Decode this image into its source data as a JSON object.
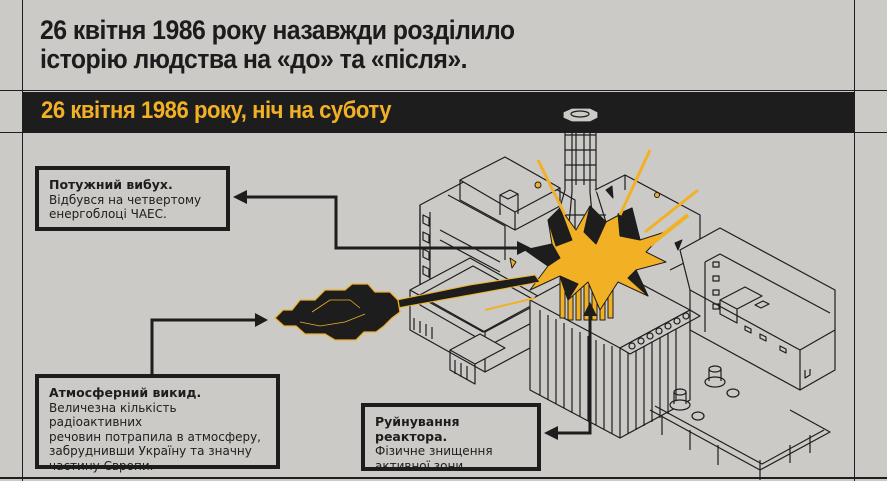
{
  "headline": {
    "line1": "26 квітня 1986 року назавжди розділило",
    "line2": "історію людства на «до» та «після»."
  },
  "banner": {
    "text": "26 квітня 1986 року, ніч на суботу"
  },
  "callouts": [
    {
      "id": "explosion",
      "title": "Потужний вибух.",
      "lines": [
        "Відбувся на четвертому",
        "енергоблоці ЧАЕС."
      ]
    },
    {
      "id": "release",
      "title": "Атмосферний викид.",
      "lines": [
        "Величезна кількість радіоактивних",
        "речовин потрапила в атмосферу,",
        "забруднивши Україну та значну",
        "частину Європи."
      ]
    },
    {
      "id": "reactor",
      "title": "Руйнування реактора.",
      "lines": [
        "Фізичне знищення",
        "активної зони."
      ]
    }
  ],
  "illustration": {
    "subject": "chernobyl-reactor-4-explosion",
    "elements": [
      "ventilation-stack",
      "reactor-building",
      "explosion-burst",
      "radioactive-cloud",
      "turbine-hall",
      "pumps-and-pipes"
    ]
  },
  "colors": {
    "background": "#cbcac6",
    "ink": "#1d1d1d",
    "accent": "#f2b125",
    "banner": "#1d1d1d"
  }
}
